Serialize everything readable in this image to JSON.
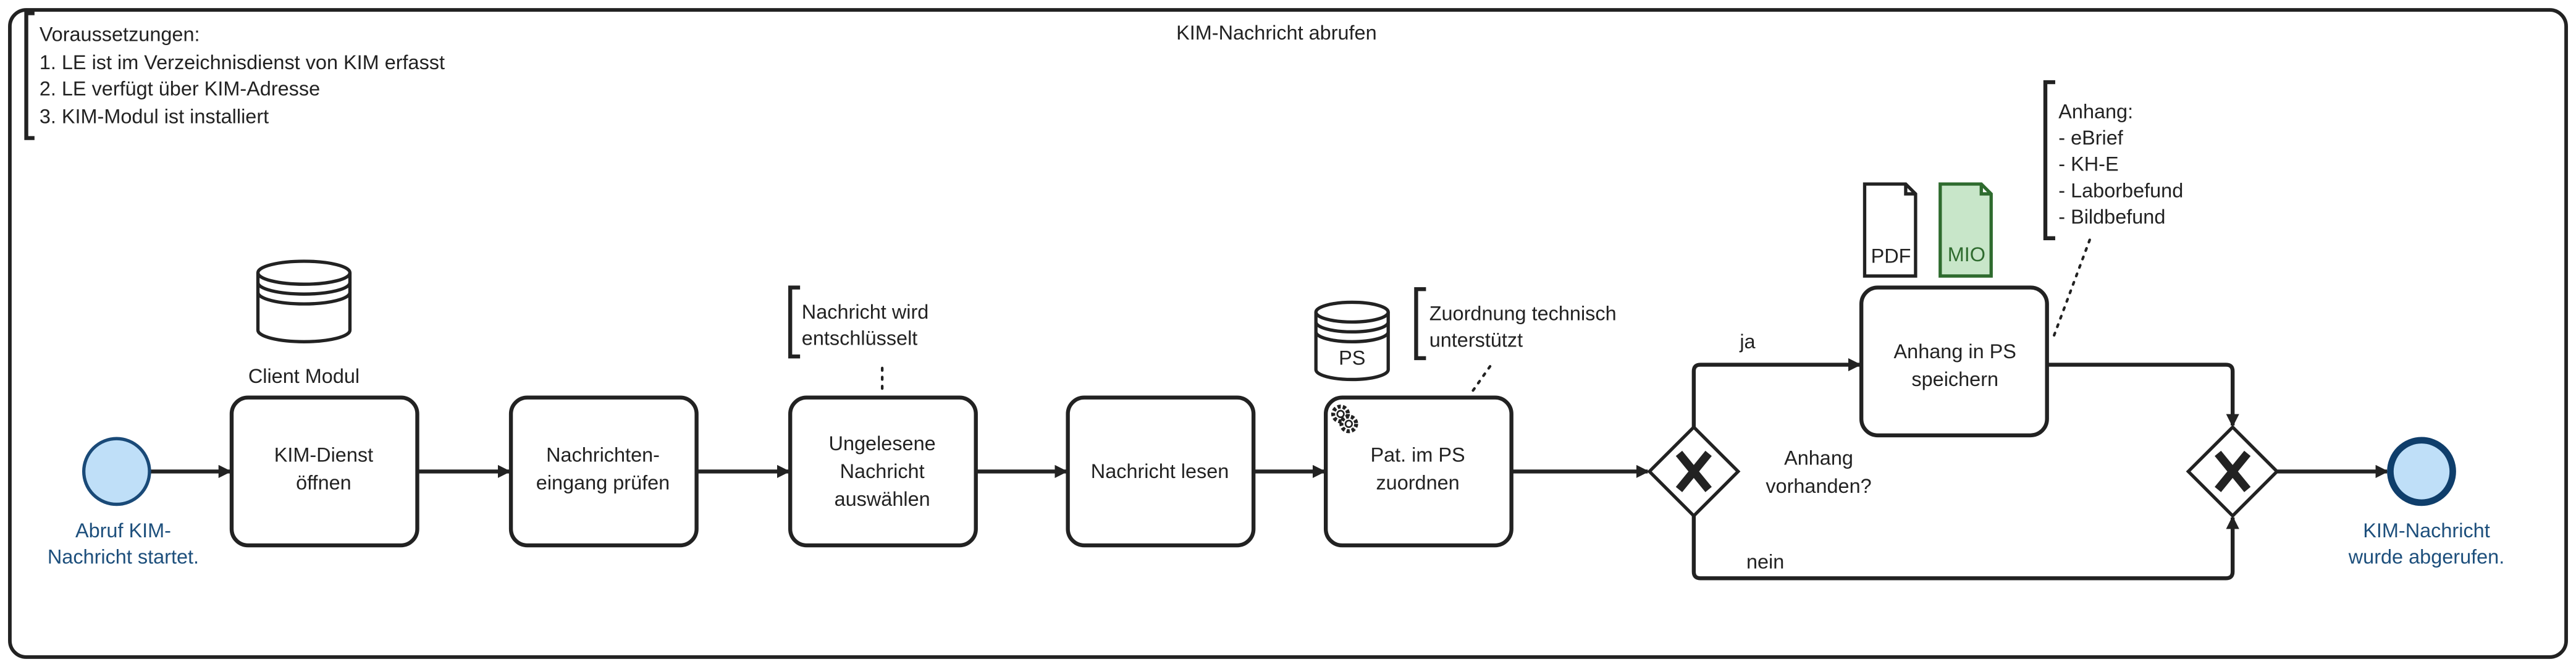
{
  "title": "KIM-Nachricht abrufen",
  "preconditions": {
    "heading": "Voraussetzungen:",
    "items": [
      "1. LE ist im Verzeichnisdienst von KIM erfasst",
      "2. LE verfügt über KIM-Adresse",
      "3. KIM-Modul ist installiert"
    ]
  },
  "start_event": {
    "label_lines": [
      "Abruf KIM-",
      "Nachricht startet."
    ]
  },
  "end_event": {
    "label_lines": [
      "KIM-Nachricht",
      "wurde abgerufen."
    ]
  },
  "tasks": [
    {
      "lines": [
        "KIM-Dienst",
        "öffnen"
      ]
    },
    {
      "lines": [
        "Nachrichten-",
        "eingang prüfen"
      ]
    },
    {
      "lines": [
        "Ungelesene",
        "Nachricht",
        "auswählen"
      ]
    },
    {
      "lines": [
        "Nachricht lesen"
      ]
    },
    {
      "lines": [
        "Pat. im PS",
        "zuordnen"
      ],
      "icon": "gear-icon"
    },
    {
      "lines": [
        "Anhang in PS",
        "speichern"
      ]
    }
  ],
  "data_stores": [
    {
      "label": "Client Modul"
    },
    {
      "label": "PS"
    }
  ],
  "annotations": [
    {
      "lines": [
        "Nachricht wird",
        "entschlüsselt"
      ]
    },
    {
      "lines": [
        "Zuordnung technisch",
        "unterstützt"
      ]
    },
    {
      "lines": [
        "Anhang:",
        "- eBrief",
        "- KH-E",
        "- Laborbefund",
        "- Bildbefund"
      ]
    }
  ],
  "documents": [
    {
      "label": "PDF"
    },
    {
      "label": "MIO",
      "fill": "#c8e6c9",
      "stroke": "#2e6b2e"
    }
  ],
  "gateway": {
    "question_lines": [
      "Anhang",
      "vorhanden?"
    ],
    "yes": "ja",
    "no": "nein"
  },
  "colors": {
    "event_fill": "#bfdff8",
    "event_stroke": "#1a4a78",
    "line": "#222222"
  }
}
